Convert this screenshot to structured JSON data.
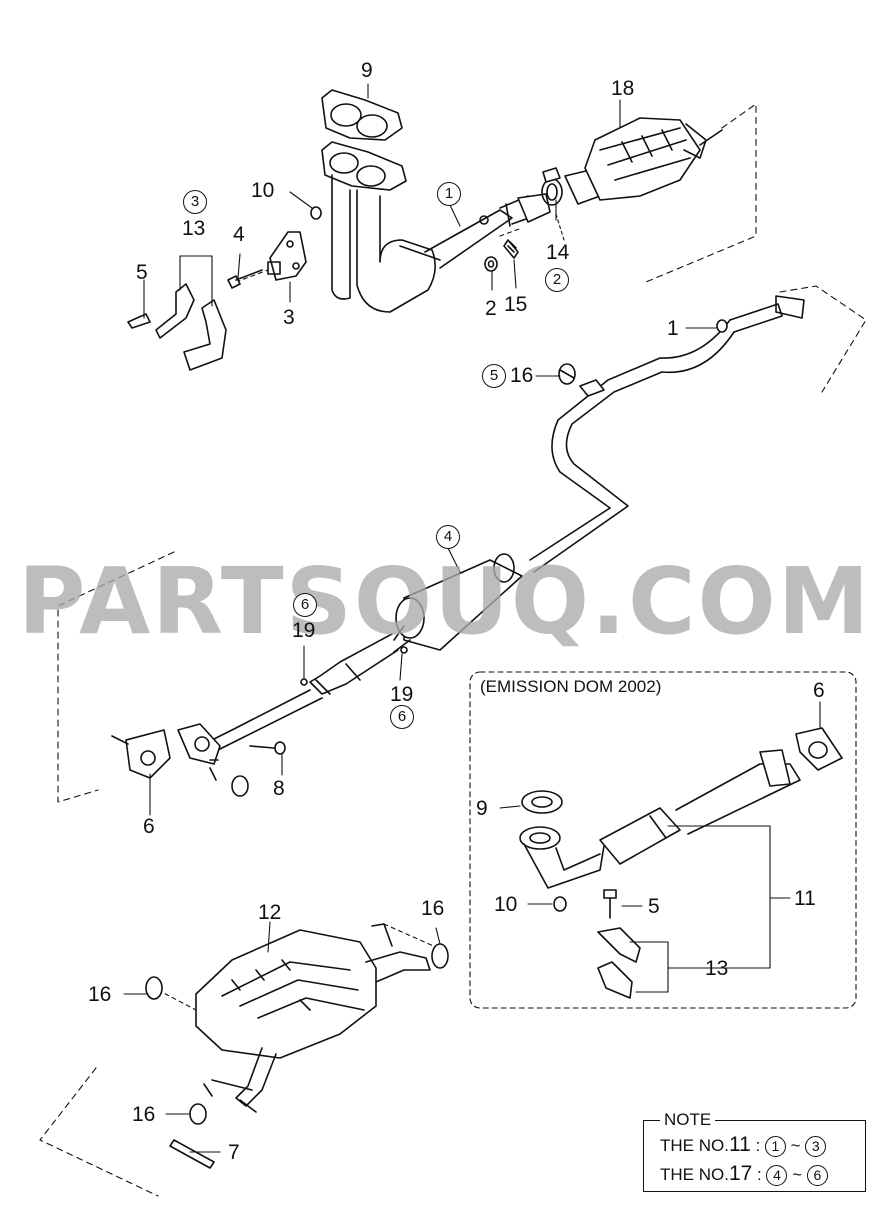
{
  "callouts": {
    "n1": "1",
    "n2": "2",
    "n3": "3",
    "n4": "4",
    "n5": "5",
    "n6": "6",
    "n7": "7",
    "n8": "8",
    "n9": "9",
    "n10": "10",
    "n11": "11",
    "n12": "12",
    "n13": "13",
    "n14": "14",
    "n15": "15",
    "n16": "16",
    "n18": "18",
    "n19": "19"
  },
  "circled": {
    "c1": "1",
    "c2": "2",
    "c3": "3",
    "c4": "4",
    "c5": "5",
    "c6": "6"
  },
  "emission_box": {
    "title": "(EMISSION DOM 2002)"
  },
  "note": {
    "title": "NOTE",
    "line1_prefix": "THE NO.",
    "line1_num": "11",
    "line1_sep": " : ",
    "line1_from": "1",
    "line1_tilde": " ~ ",
    "line1_to": "3",
    "line2_prefix": "THE NO.",
    "line2_num": "17",
    "line2_sep": " : ",
    "line2_from": "4",
    "line2_tilde": " ~ ",
    "line2_to": "6"
  },
  "watermark": "PARTSOUQ.COM",
  "colors": {
    "line": "#111111",
    "part_fill": "#ffffff",
    "watermark": "#aaaaaa"
  }
}
